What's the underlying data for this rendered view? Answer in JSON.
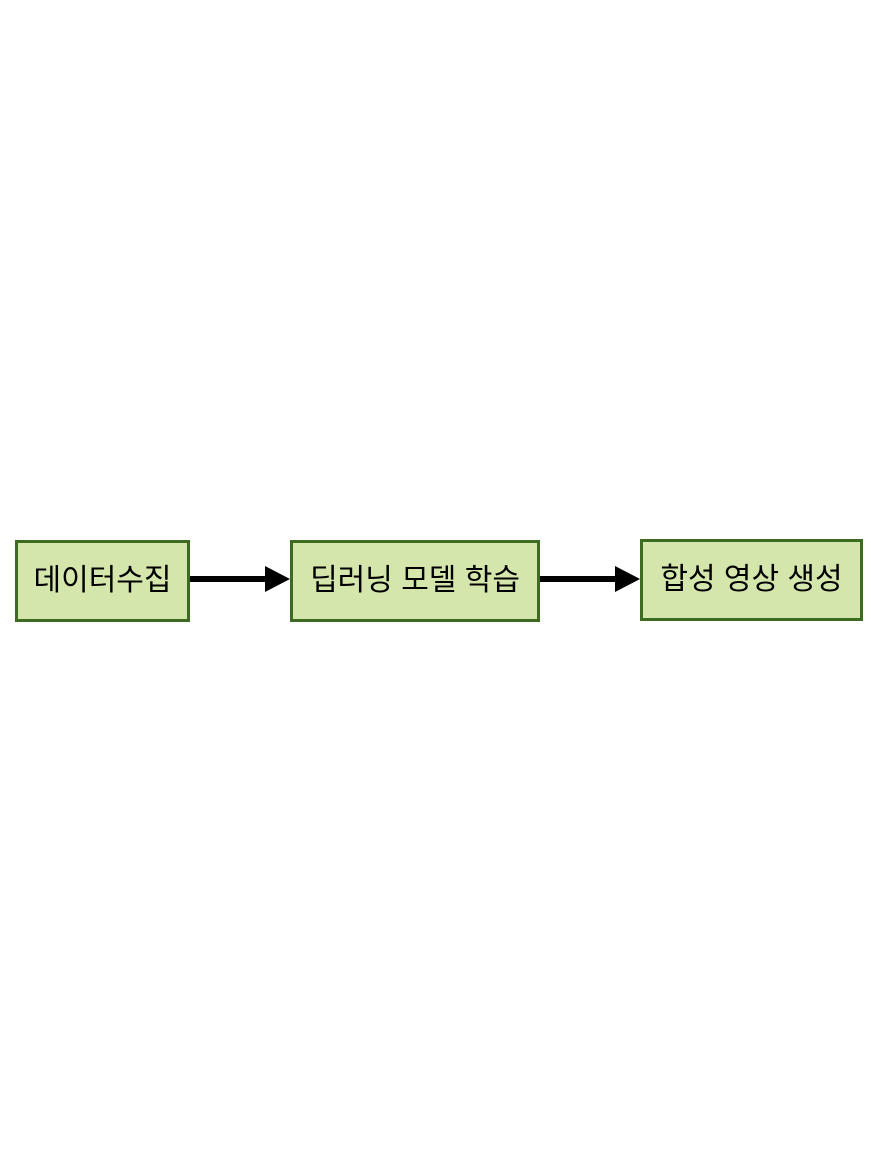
{
  "diagram": {
    "nodes": [
      {
        "id": "data-collection",
        "label": "데이터수집"
      },
      {
        "id": "model-training",
        "label": "딥러닝 모델 학습"
      },
      {
        "id": "synthetic-video-generation",
        "label": "합성 영상 생성"
      }
    ],
    "connectors": [
      {
        "from": "data-collection",
        "to": "model-training",
        "type": "arrow-right"
      },
      {
        "from": "model-training",
        "to": "synthetic-video-generation",
        "type": "arrow-right"
      }
    ],
    "colors": {
      "node_fill": "#d5e6ac",
      "node_border": "#3e6b22",
      "arrow": "#000000",
      "background": "#ffffff",
      "text": "#000000"
    }
  }
}
